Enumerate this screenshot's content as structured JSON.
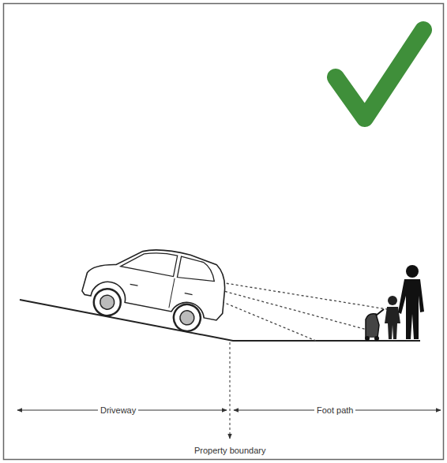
{
  "diagram": {
    "labels": [
      "Driveway",
      "Foot path",
      "Property boundary"
    ]
  }
}
